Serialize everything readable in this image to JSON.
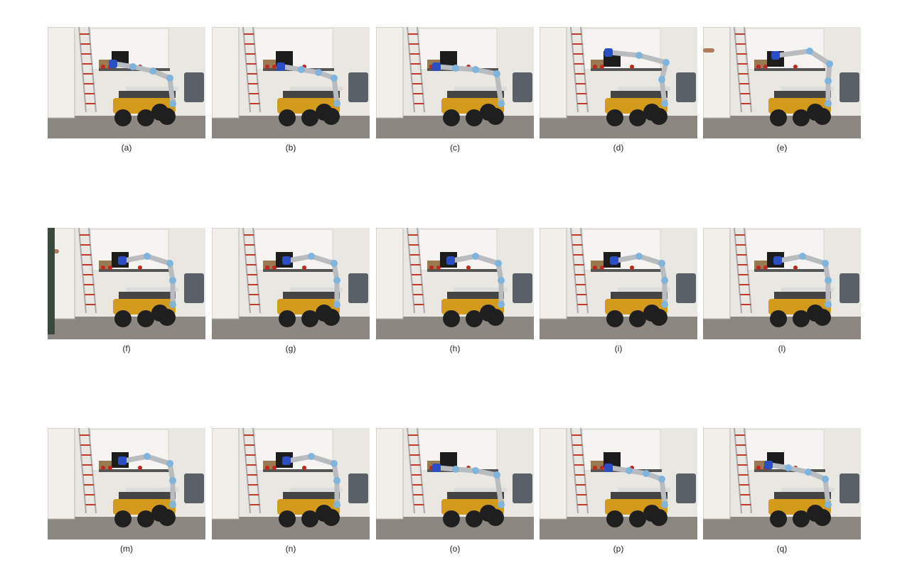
{
  "figure": {
    "panels": [
      {
        "label": "(a)",
        "pose": "folded-left",
        "person": false
      },
      {
        "label": "(b)",
        "pose": "folded-right",
        "person": false
      },
      {
        "label": "(c)",
        "pose": "raised-mid",
        "person": false
      },
      {
        "label": "(d)",
        "pose": "reach-high",
        "person": false
      },
      {
        "label": "(e)",
        "pose": "reach-hand",
        "person": true
      },
      {
        "label": "(f)",
        "pose": "reach-far",
        "person": true
      },
      {
        "label": "(g)",
        "pose": "reach-far",
        "person": false
      },
      {
        "label": "(h)",
        "pose": "reach-far",
        "person": false
      },
      {
        "label": "(i)",
        "pose": "reach-far",
        "person": false
      },
      {
        "label": "(l)",
        "pose": "reach-far",
        "person": false
      },
      {
        "label": "(m)",
        "pose": "reach-far",
        "person": false
      },
      {
        "label": "(n)",
        "pose": "reach-far",
        "person": false
      },
      {
        "label": "(o)",
        "pose": "raised-mid",
        "person": false
      },
      {
        "label": "(p)",
        "pose": "folded-right",
        "person": false
      },
      {
        "label": "(q)",
        "pose": "folded-left",
        "person": false
      }
    ],
    "colors": {
      "wall": "#e9e7e2",
      "floor": "#8c8780",
      "door": "#f1efea",
      "robot_base": "#d39a1c",
      "wheel": "#1f1f1f",
      "arm": "#b9bcbf",
      "joint_cap": "#7fb4dc",
      "gripper": "#2a4fc4",
      "ladder_red": "#c0392b"
    }
  }
}
